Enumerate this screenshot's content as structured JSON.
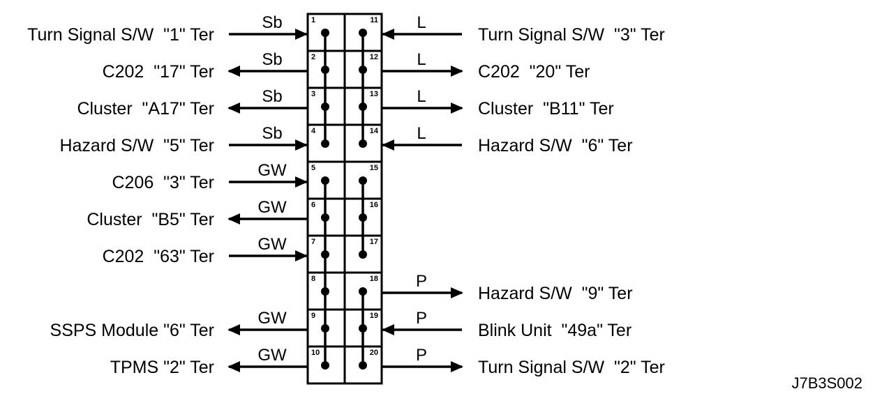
{
  "diagram_code": "J7B3S002",
  "connector": {
    "pins_left": [
      "1",
      "2",
      "3",
      "4",
      "5",
      "6",
      "7",
      "8",
      "9",
      "10"
    ],
    "pins_right": [
      "11",
      "12",
      "13",
      "14",
      "15",
      "16",
      "17",
      "18",
      "19",
      "20"
    ],
    "left_bus_groups": [
      [
        1,
        4
      ],
      [
        5,
        10
      ]
    ],
    "right_bus_groups": [
      [
        11,
        14
      ],
      [
        15,
        17
      ],
      [
        18,
        20
      ]
    ]
  },
  "left_connections": [
    {
      "row": 1,
      "label": "Turn Signal S/W  \"1\" Ter",
      "wire": "Sb",
      "direction": "in"
    },
    {
      "row": 2,
      "label": "C202  \"17\" Ter",
      "wire": "Sb",
      "direction": "out"
    },
    {
      "row": 3,
      "label": "Cluster  \"A17\" Ter",
      "wire": "Sb",
      "direction": "out"
    },
    {
      "row": 4,
      "label": "Hazard S/W  \"5\" Ter",
      "wire": "Sb",
      "direction": "in"
    },
    {
      "row": 5,
      "label": "C206  \"3\" Ter",
      "wire": "GW",
      "direction": "in"
    },
    {
      "row": 6,
      "label": "Cluster  \"B5\" Ter",
      "wire": "GW",
      "direction": "out"
    },
    {
      "row": 7,
      "label": "C202  \"63\" Ter",
      "wire": "GW",
      "direction": "in"
    },
    {
      "row": 9,
      "label": "SSPS Module \"6\" Ter",
      "wire": "GW",
      "direction": "out"
    },
    {
      "row": 10,
      "label": "TPMS \"2\" Ter",
      "wire": "GW",
      "direction": "out"
    }
  ],
  "right_connections": [
    {
      "row": 1,
      "label": "Turn Signal S/W  \"3\" Ter",
      "wire": "L",
      "direction": "in"
    },
    {
      "row": 2,
      "label": "C202  \"20\" Ter",
      "wire": "L",
      "direction": "out"
    },
    {
      "row": 3,
      "label": "Cluster  \"B11\" Ter",
      "wire": "L",
      "direction": "out"
    },
    {
      "row": 4,
      "label": "Hazard S/W  \"6\" Ter",
      "wire": "L",
      "direction": "in"
    },
    {
      "row": 8,
      "label": "Hazard S/W  \"9\" Ter",
      "wire": "P",
      "direction": "out"
    },
    {
      "row": 9,
      "label": "Blink Unit  \"49a\" Ter",
      "wire": "P",
      "direction": "in"
    },
    {
      "row": 10,
      "label": "Turn Signal S/W  \"2\" Ter",
      "wire": "P",
      "direction": "out"
    }
  ]
}
